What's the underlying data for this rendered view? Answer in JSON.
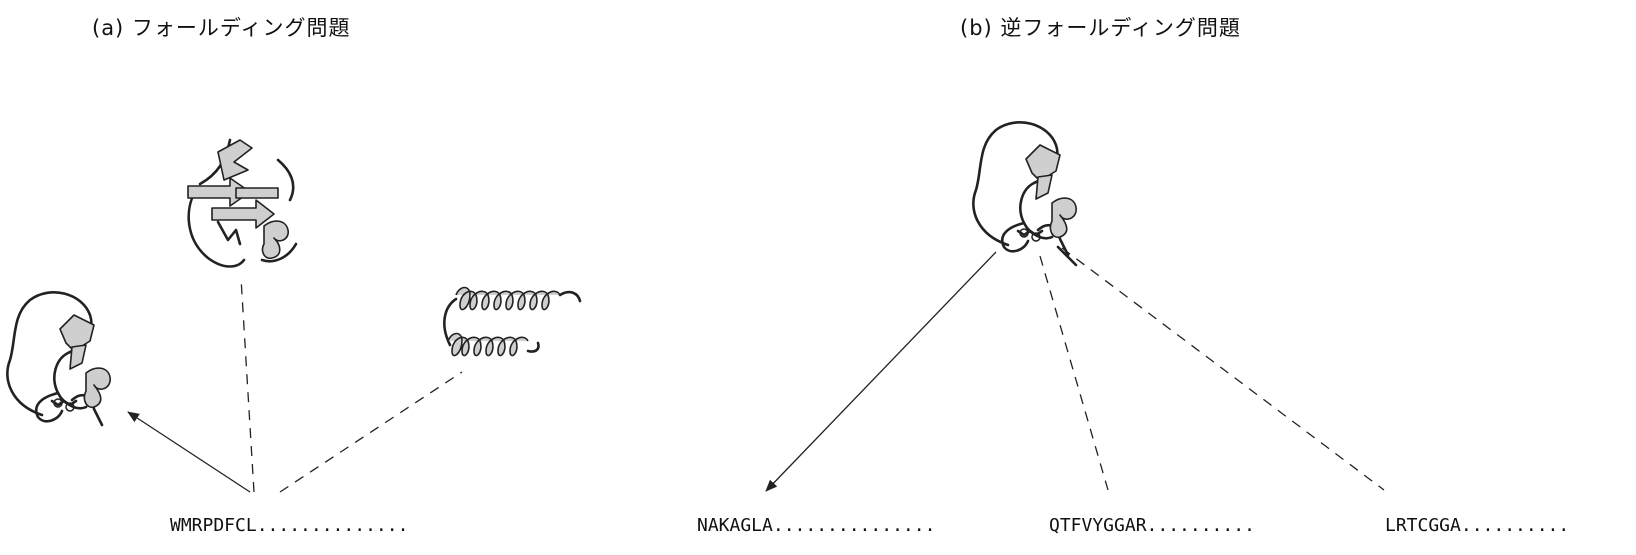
{
  "panels": [
    {
      "id": "a",
      "title": "(a) フォールディング問題",
      "sequences": [
        "WMRPDFCL.............."
      ]
    },
    {
      "id": "b",
      "title": "(b) 逆フォールディング問題",
      "sequences": [
        "NAKAGLA...............",
        "QTFVYGGAR..........",
        "LRTCGGA.........."
      ]
    }
  ],
  "colors": {
    "line": "#222222",
    "ribbon_fill": "#cfcfcf"
  }
}
